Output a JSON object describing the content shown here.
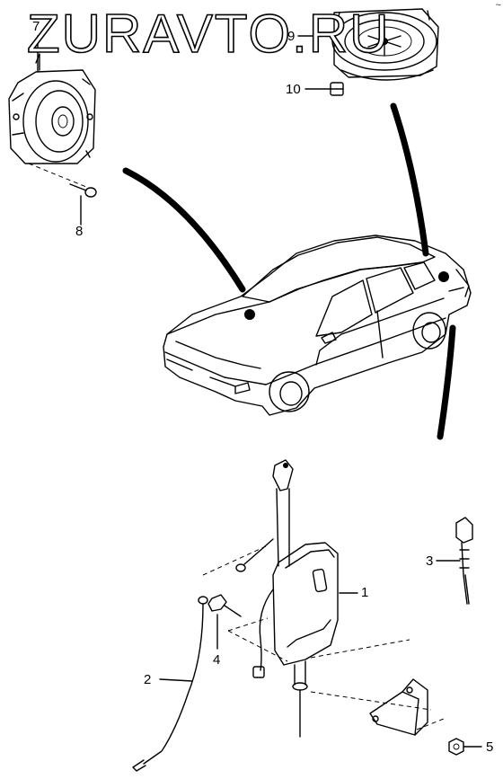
{
  "watermark": "ZURAVTO.RU",
  "corner_mark": "~",
  "callouts": {
    "c1": "1",
    "c2": "2",
    "c3": "3",
    "c4": "4",
    "c5": "5",
    "c7": "7",
    "c8": "8",
    "c9": "9",
    "c10": "10"
  }
}
